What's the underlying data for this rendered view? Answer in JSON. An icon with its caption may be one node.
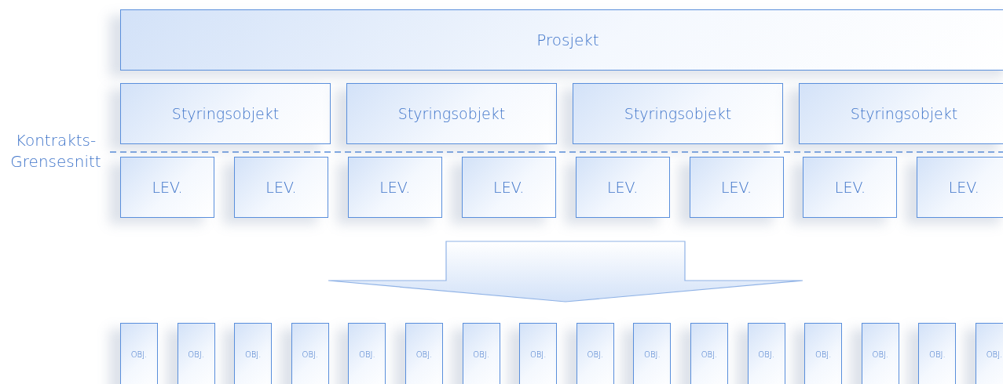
{
  "diagram": {
    "nodes": [
      {
        "text": [
          "Prosjekt"
        ]
      },
      {
        "text": [
          "Styringsobjekt"
        ]
      },
      {
        "text": [
          "Styringsobjekt"
        ]
      },
      {
        "text": [
          "Styringsobjekt"
        ]
      },
      {
        "text": [
          "Styringsobjekt"
        ]
      },
      {
        "text": [
          "LEV."
        ]
      },
      {
        "text": [
          "LEV."
        ]
      },
      {
        "text": [
          "LEV."
        ]
      },
      {
        "text": [
          "LEV."
        ]
      },
      {
        "text": [
          "LEV."
        ]
      },
      {
        "text": [
          "LEV."
        ]
      },
      {
        "text": [
          "LEV."
        ]
      },
      {
        "text": [
          "LEV."
        ]
      },
      {
        "text": [
          "OBJ."
        ]
      },
      {
        "text": [
          "OBJ."
        ]
      },
      {
        "text": [
          "OBJ."
        ]
      },
      {
        "text": [
          "OBJ."
        ]
      },
      {
        "text": [
          "OBJ."
        ]
      },
      {
        "text": [
          "OBJ."
        ]
      },
      {
        "text": [
          "OBJ."
        ]
      },
      {
        "text": [
          "OBJ."
        ]
      },
      {
        "text": [
          "OBJ."
        ]
      },
      {
        "text": [
          "OBJ."
        ]
      },
      {
        "text": [
          "OBJ."
        ]
      },
      {
        "text": [
          "OBJ."
        ]
      },
      {
        "text": [
          "OBJ."
        ]
      },
      {
        "text": [
          "OBJ."
        ]
      },
      {
        "text": [
          "OBJ."
        ]
      },
      {
        "text": [
          "OBJ."
        ]
      }
    ],
    "edges": [
      {
        "from": 8,
        "to": 20,
        "arrow": "to"
      }
    ],
    "labels": [
      "Kontrakts- Grensesnitt"
    ]
  }
}
